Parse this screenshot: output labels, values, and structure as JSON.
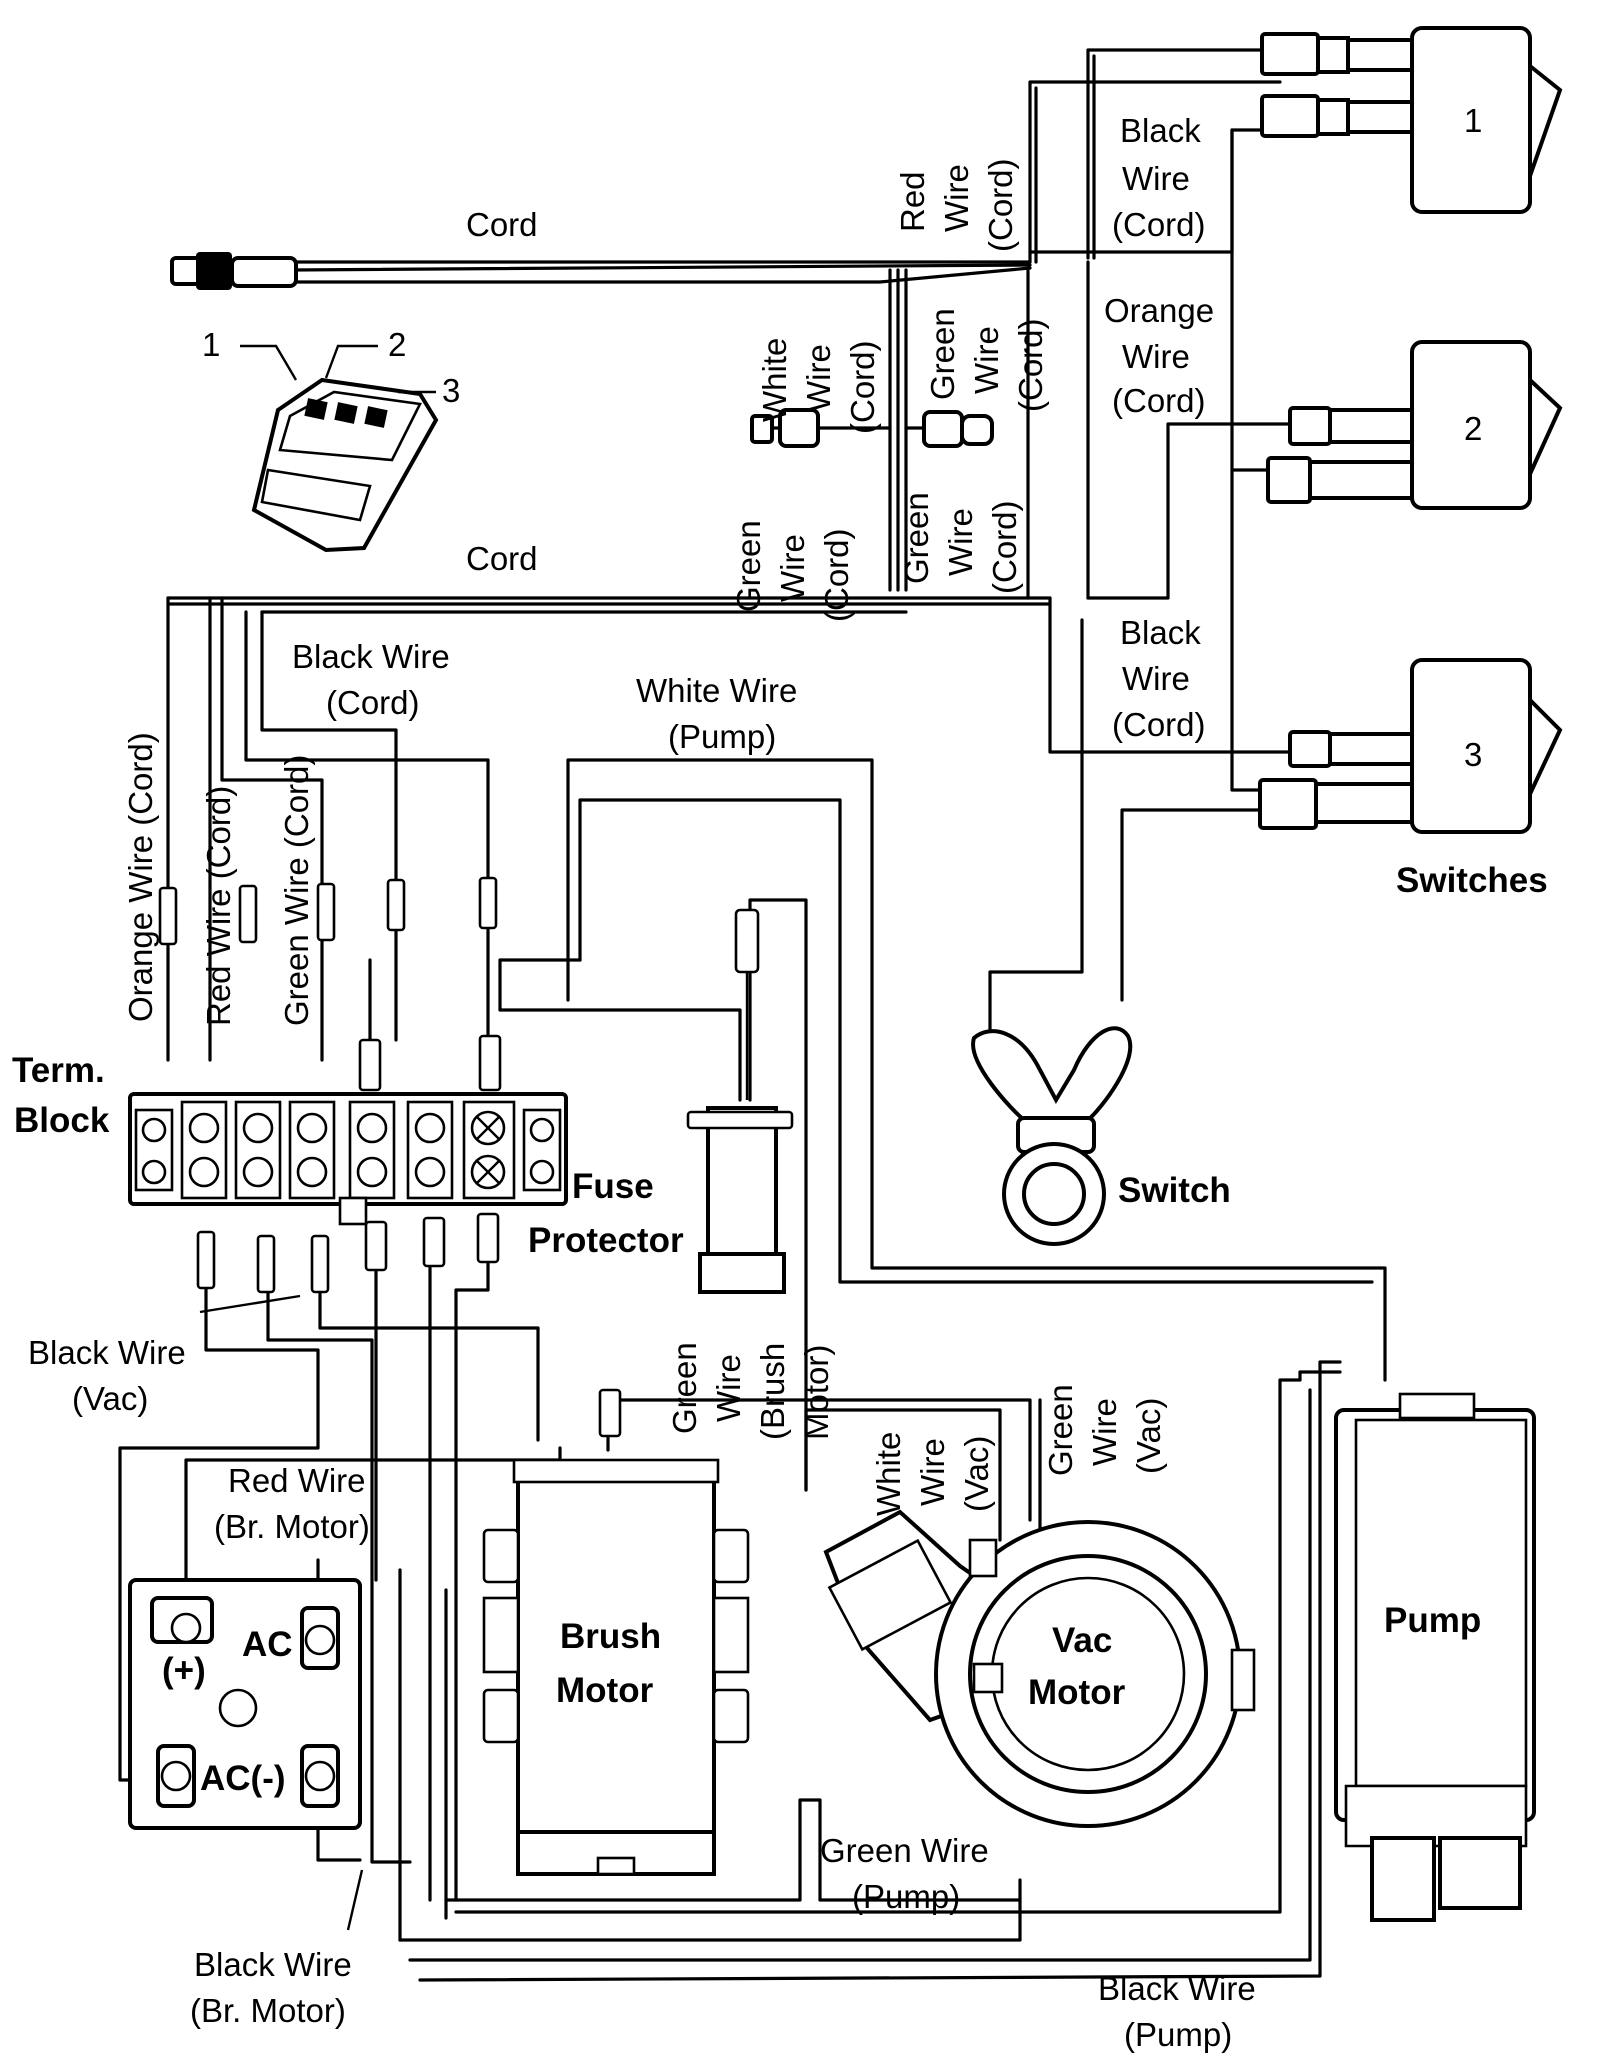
{
  "diagram": {
    "labels": {
      "cord_top": "Cord",
      "cord_mid": "Cord",
      "red_wire_cord_l1": "Red",
      "red_wire_cord_l2": "Wire",
      "red_wire_cord_l3": "(Cord)",
      "black_wire_cord_sw1_l1": "Black",
      "black_wire_cord_sw1_l2": "Wire",
      "black_wire_cord_sw1_l3": "(Cord)",
      "white_wire_cord_l1": "White",
      "white_wire_cord_l2": "Wire",
      "white_wire_cord_l3": "(Cord)",
      "green_wire_cord_a_l1": "Green",
      "green_wire_cord_a_l2": "Wire",
      "green_wire_cord_a_l3": "(Cord)",
      "green_wire_cord_b_l1": "Green",
      "green_wire_cord_b_l2": "Wire",
      "green_wire_cord_b_l3": "(Cord)",
      "green_wire_cord_c_l1": "Green",
      "green_wire_cord_c_l2": "Wire",
      "green_wire_cord_c_l3": "(Cord)",
      "orange_wire_cord_sw2_l1": "Orange",
      "orange_wire_cord_sw2_l2": "Wire",
      "orange_wire_cord_sw2_l3": "(Cord)",
      "black_wire_cord_sw3_l1": "Black",
      "black_wire_cord_sw3_l2": "Wire",
      "black_wire_cord_sw3_l3": "(Cord)",
      "black_wire_cord_tb_l1": "Black Wire",
      "black_wire_cord_tb_l2": "(Cord)",
      "white_wire_pump_l1": "White Wire",
      "white_wire_pump_l2": "(Pump)",
      "orange_wire_cord_tb": "Orange Wire (Cord)",
      "red_wire_cord_tb": "Red Wire (Cord)",
      "green_wire_cord_tb": "Green Wire (Cord)",
      "term_block_l1": "Term.",
      "term_block_l2": "Block",
      "fuse_protector_l1": "Fuse",
      "fuse_protector_l2": "Protector",
      "switches": "Switches",
      "switch": "Switch",
      "switch_1": "1",
      "switch_2": "2",
      "switch_3": "3",
      "plug_callout_1": "1",
      "plug_callout_2": "2",
      "plug_callout_3": "3",
      "black_wire_vac_l1": "Black Wire",
      "black_wire_vac_l2": "(Vac)",
      "green_wire_brush_l1": "Green",
      "green_wire_brush_l2": "Wire",
      "green_wire_brush_l3": "(Brush",
      "green_wire_brush_l4": "Motor)",
      "white_wire_vac_l1": "White",
      "white_wire_vac_l2": "Wire",
      "white_wire_vac_l3": "(Vac)",
      "green_wire_vac_l1": "Green",
      "green_wire_vac_l2": "Wire",
      "green_wire_vac_l3": "(Vac)",
      "red_wire_br_motor_l1": "Red Wire",
      "red_wire_br_motor_l2": "(Br. Motor)",
      "brush_motor_l1": "Brush",
      "brush_motor_l2": "Motor",
      "vac_motor_l1": "Vac",
      "vac_motor_l2": "Motor",
      "pump": "Pump",
      "rectifier_plus": "(+)",
      "rectifier_ac_top": "AC",
      "rectifier_ac_minus": "AC(-)",
      "green_wire_pump_l1": "Green Wire",
      "green_wire_pump_l2": "(Pump)",
      "black_wire_br_motor_l1": "Black Wire",
      "black_wire_br_motor_l2": "(Br. Motor)",
      "black_wire_pump_l1": "Black Wire",
      "black_wire_pump_l2": "(Pump)"
    }
  }
}
